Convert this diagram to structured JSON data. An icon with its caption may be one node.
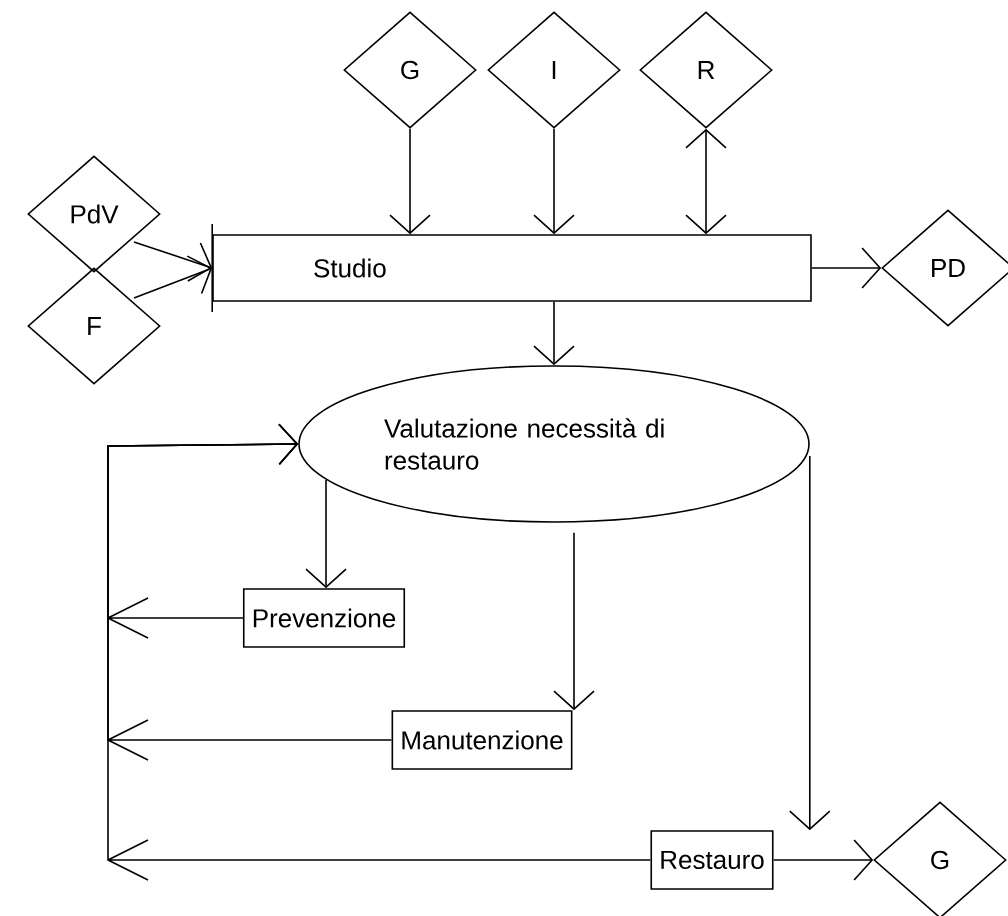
{
  "diagram": {
    "nodes": [
      {
        "text": [
          "G"
        ]
      },
      {
        "text": [
          "I"
        ]
      },
      {
        "text": [
          "R"
        ]
      },
      {
        "text": [
          "PdV"
        ]
      },
      {
        "text": [
          "F"
        ]
      },
      {
        "text": [
          "Studio"
        ]
      },
      {
        "text": [
          "PD"
        ]
      },
      {
        "text": [
          "Valutazione necessità di restauro"
        ]
      },
      {
        "text": [
          "Prevenzione"
        ]
      },
      {
        "text": [
          "Manutenzione"
        ]
      },
      {
        "text": [
          "Restauro"
        ]
      },
      {
        "text": [
          "G"
        ]
      }
    ],
    "edges": [
      {
        "from": 0,
        "to": 5,
        "arrow": "to"
      },
      {
        "from": 1,
        "to": 5,
        "arrow": "to"
      },
      {
        "from": 2,
        "to": 5,
        "arrow": "both"
      },
      {
        "from": 3,
        "to": 5,
        "arrow": "to"
      },
      {
        "from": 4,
        "to": 5,
        "arrow": "to"
      },
      {
        "from": 5,
        "to": 6,
        "arrow": "to"
      },
      {
        "from": 5,
        "to": 7,
        "arrow": "to"
      },
      {
        "from": 7,
        "to": 8,
        "arrow": "to"
      },
      {
        "from": 7,
        "to": 9,
        "arrow": "to"
      },
      {
        "from": 7,
        "to": 10,
        "arrow": "to"
      },
      {
        "from": 8,
        "to": 7,
        "arrow": "to"
      },
      {
        "from": 9,
        "to": 7,
        "arrow": "to"
      },
      {
        "from": 10,
        "to": 7,
        "arrow": "to"
      },
      {
        "from": 10,
        "to": 11,
        "arrow": "to"
      }
    ]
  }
}
